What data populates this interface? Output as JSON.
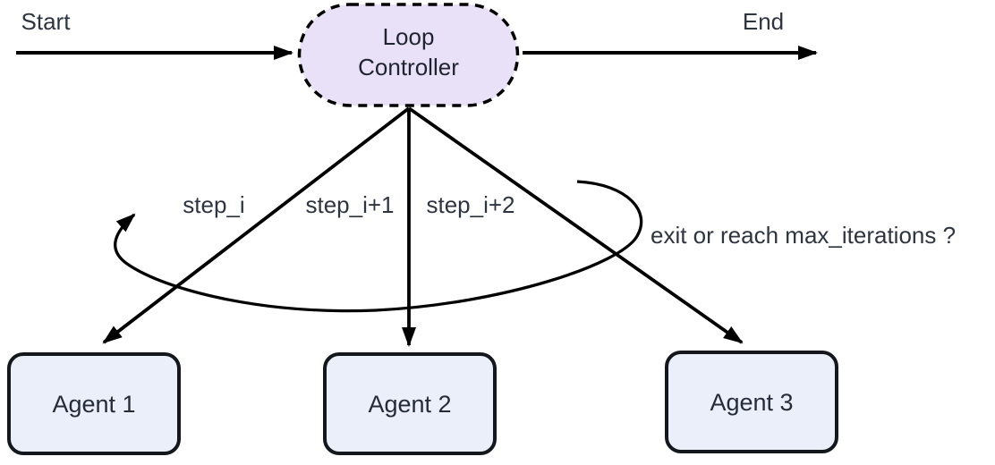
{
  "colors": {
    "controller_fill": "#e8e1f8",
    "controller_stroke": "#000000",
    "agent_fill": "#eaeffa",
    "agent_stroke": "#14171c",
    "line": "#000000",
    "label_text": "#2f3540",
    "node_text": "#1f2430",
    "agent_text": "#252b38",
    "background": "#ffffff"
  },
  "flow": {
    "start_label": "Start",
    "end_label": "End",
    "controller_line1": "Loop",
    "controller_line2": "Controller",
    "steps": [
      "step_i",
      "step_i+1",
      "step_i+2"
    ],
    "exit_condition": "exit or reach max_iterations ?",
    "agents": [
      "Agent 1",
      "Agent 2",
      "Agent 3"
    ]
  }
}
